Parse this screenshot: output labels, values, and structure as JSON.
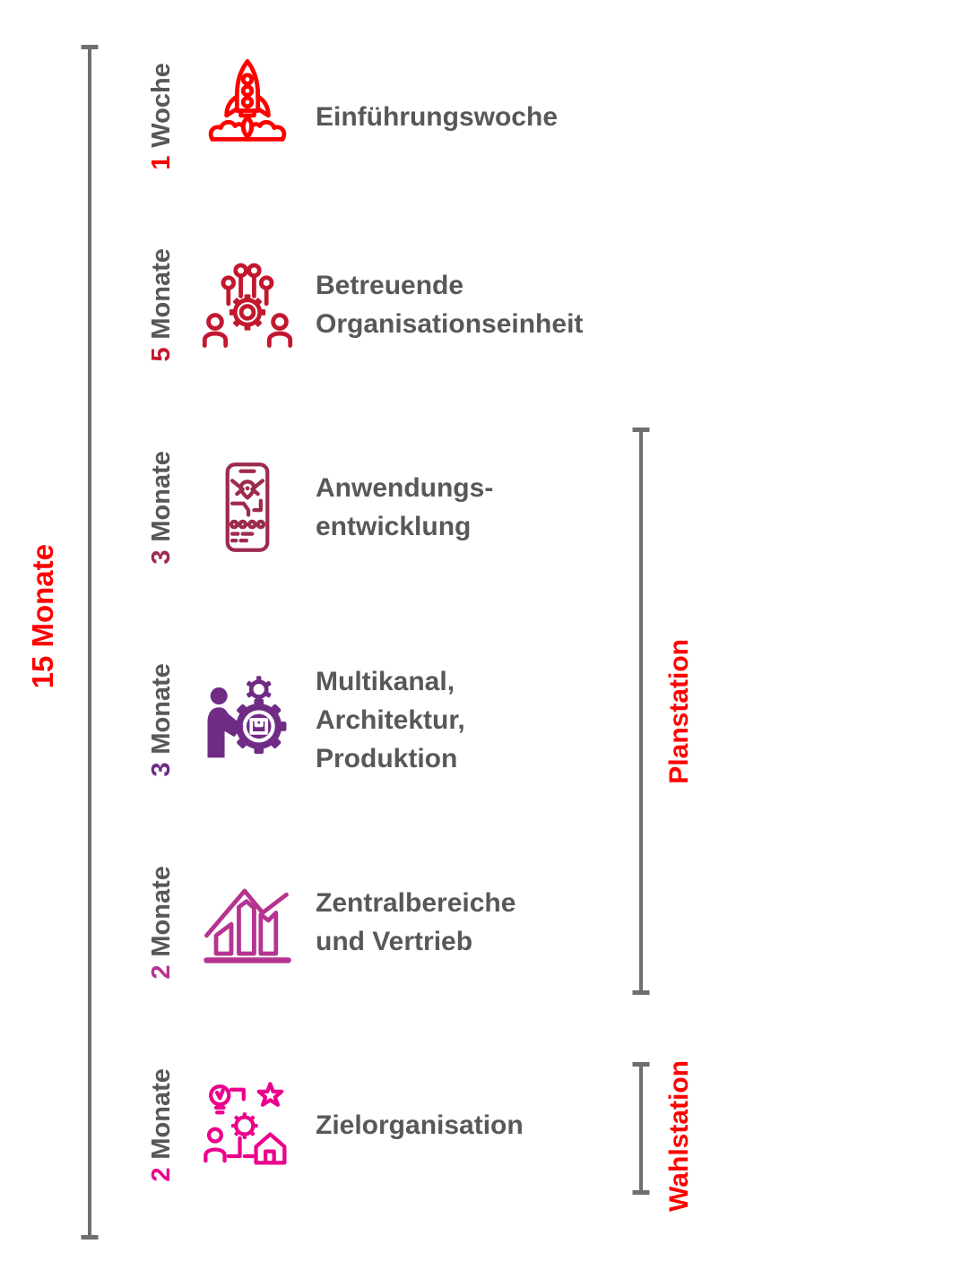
{
  "colors": {
    "accent_red": "#ff0000",
    "phase_red": "#ff0000",
    "phase_crimson": "#c2182f",
    "phase_burgundy": "#9d2b4d",
    "phase_purple": "#702c85",
    "phase_magenta": "#b5348f",
    "phase_pink": "#ec008c",
    "line_gray": "#6f6f6f",
    "text_gray": "#58585a"
  },
  "timeline": {
    "total": {
      "text": "15 Monate",
      "color": "#ff0000"
    },
    "phases": [
      {
        "duration_value": "1",
        "duration_unit": "Woche",
        "color": "#ff0000",
        "icon": "rocket-launch-icon",
        "title_lines": [
          "Einführungswoche"
        ]
      },
      {
        "duration_value": "5",
        "duration_unit": "Monate",
        "color": "#c2182f",
        "icon": "gear-network-people-icon",
        "title_lines": [
          "Betreuende",
          "Organisationseinheit"
        ]
      },
      {
        "duration_value": "3",
        "duration_unit": "Monate",
        "color": "#9d2b4d",
        "icon": "smartphone-app-icon",
        "title_lines": [
          "Anwendungs-",
          "entwicklung"
        ]
      },
      {
        "duration_value": "3",
        "duration_unit": "Monate",
        "color": "#702c85",
        "icon": "person-gear-package-icon",
        "title_lines": [
          "Multikanal,",
          "Architektur,",
          "Produktion"
        ]
      },
      {
        "duration_value": "2",
        "duration_unit": "Monate",
        "color": "#b5348f",
        "icon": "growth-chart-icon",
        "title_lines": [
          "Zentralbereiche",
          "und Vertrieb"
        ]
      },
      {
        "duration_value": "2",
        "duration_unit": "Monate",
        "color": "#ec008c",
        "icon": "idea-network-icon",
        "title_lines": [
          "Zielorganisation"
        ]
      }
    ],
    "brackets": [
      {
        "label": "Planstation",
        "color": "#ff0000"
      },
      {
        "label": "Wahlstation",
        "color": "#ff0000"
      }
    ]
  }
}
